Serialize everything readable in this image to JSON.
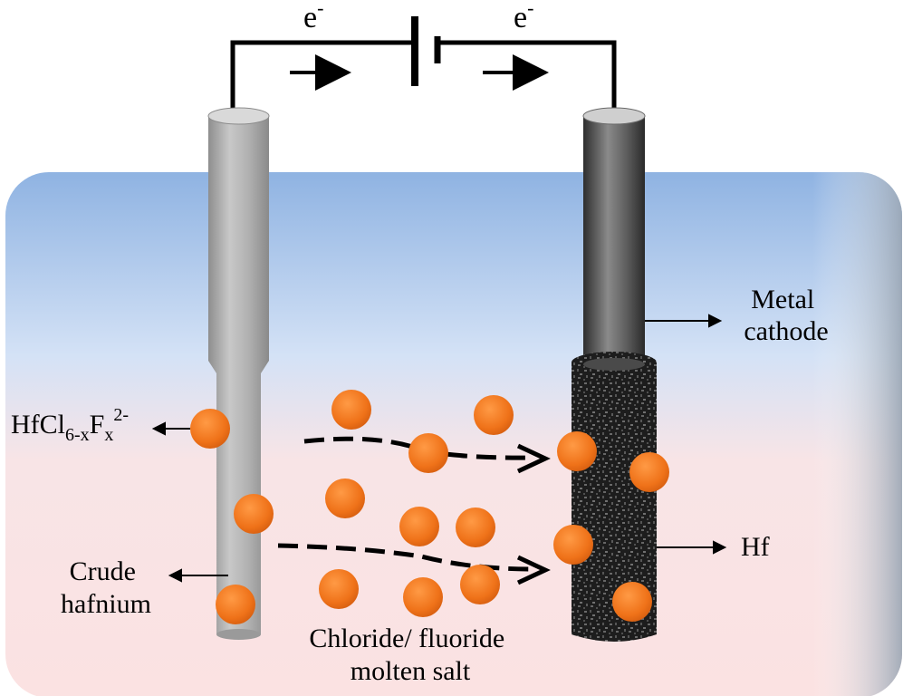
{
  "labels": {
    "electron_left": "e",
    "electron_right": "e",
    "electron_sup": "-",
    "metal_cathode_line1": "Metal",
    "metal_cathode_line2": "cathode",
    "ion_hf": "HfCl",
    "ion_sub1": "6-x",
    "ion_f": "F",
    "ion_sub2": "x",
    "ion_sup": "2-",
    "hf": "Hf",
    "crude_line1": "Crude",
    "crude_line2": "hafnium",
    "salt_line1": "Chloride/ fluoride",
    "salt_line2": "molten salt"
  },
  "colors": {
    "bath_top": "#9fbfe6",
    "bath_mid": "#d7e4f7",
    "bath_bottom": "#fbe3e3",
    "anode_gray": "#a9a9a9",
    "cathode_dark": "#3a3a3a",
    "deposit": "#1e1e1e",
    "ion_orange": "#f07a1e",
    "wire": "#000000"
  }
}
